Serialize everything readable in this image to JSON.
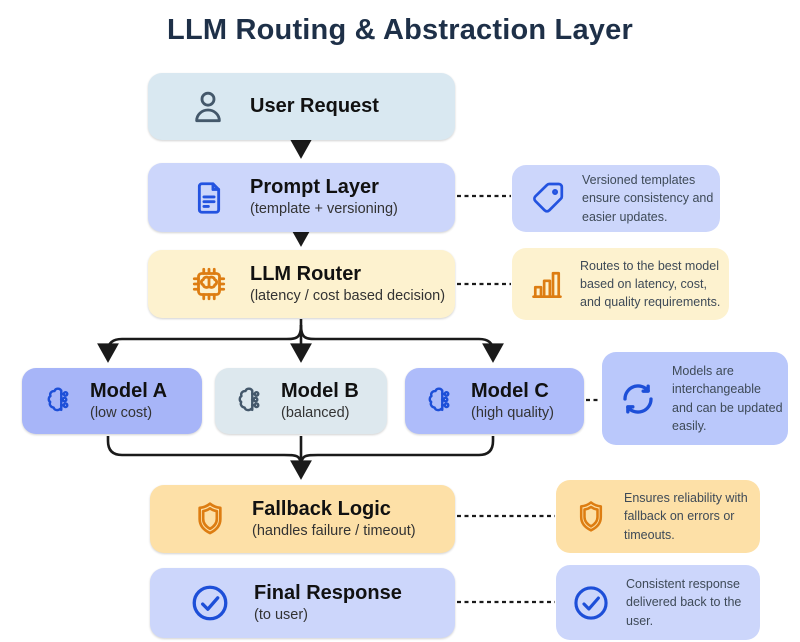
{
  "title": "LLM Routing & Abstraction Layer",
  "palette": {
    "title_text": "#1e3048",
    "arrow": "#1a1a1a",
    "blue_icon": "#2353e0",
    "slate_icon": "#44586b",
    "orange_icon": "#dd7d12",
    "navy_icon": "#1d4fd8",
    "heading_text": "#111111",
    "subtitle_text": "#333333",
    "callout_text": "#3e4a57",
    "bg_user_request": "#d9e8f1",
    "bg_periwinkle": "#ccd6fb",
    "bg_cream": "#fdf2cf",
    "bg_model_a": "#a7b5f8",
    "bg_model_b": "#dde8ee",
    "bg_model_c": "#aebcfa",
    "bg_model_callout": "#bac8fb",
    "bg_amber": "#fde0a7"
  },
  "nodes": {
    "user_request": {
      "title": "User Request",
      "icon": "user-icon"
    },
    "prompt_layer": {
      "title": "Prompt Layer",
      "subtitle": "(template + versioning)",
      "icon": "document-icon"
    },
    "llm_router": {
      "title": "LLM Router",
      "subtitle": "(latency / cost based decision)",
      "icon": "chip-icon"
    },
    "model_a": {
      "title": "Model A",
      "subtitle": "(low cost)",
      "icon": "brain-icon"
    },
    "model_b": {
      "title": "Model B",
      "subtitle": "(balanced)",
      "icon": "brain-icon"
    },
    "model_c": {
      "title": "Model C",
      "subtitle": "(high quality)",
      "icon": "brain-icon"
    },
    "fallback_logic": {
      "title": "Fallback Logic",
      "subtitle": "(handles failure / timeout)",
      "icon": "shield-icon"
    },
    "final_response": {
      "title": "Final Response",
      "subtitle": "(to user)",
      "icon": "check-circle-icon"
    }
  },
  "callouts": {
    "versioned_templates": {
      "text": "Versioned templates ensure consistency and easier updates.",
      "icon": "tag-icon"
    },
    "routing_note": {
      "text": "Routes to the best model based on latency, cost, and quality requirements.",
      "icon": "bar-chart-icon"
    },
    "interchangeable_note": {
      "text": "Models are interchangeable and can be updated easily.",
      "icon": "refresh-icon"
    },
    "reliability_note": {
      "text": "Ensures reliability with fallback on errors or timeouts.",
      "icon": "shield-icon"
    },
    "consistent_note": {
      "text": "Consistent response delivered back to the user.",
      "icon": "check-circle-icon"
    }
  }
}
